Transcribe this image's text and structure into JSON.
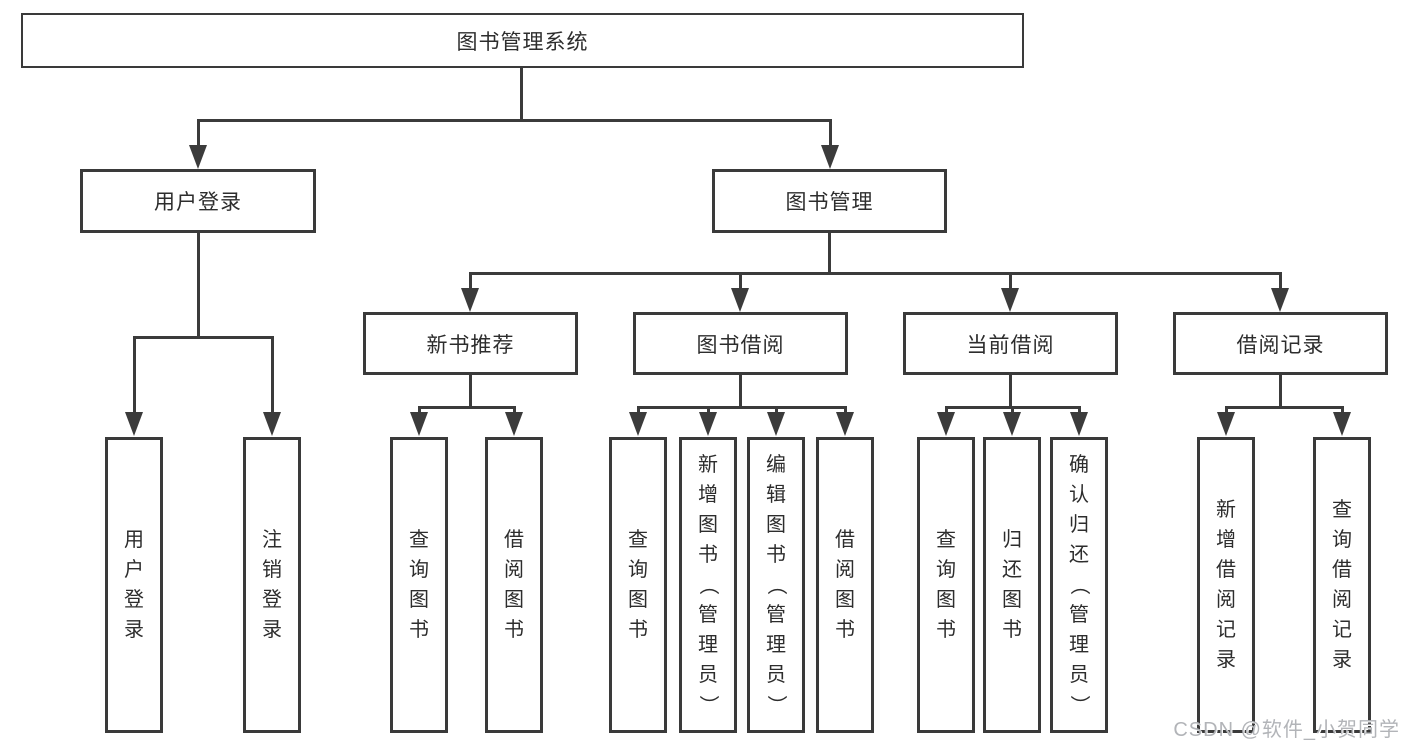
{
  "colors": {
    "background": "#ffffff",
    "line": "#3b3b3b",
    "box_border": "#3a3a3a",
    "text": "#2d2d2d",
    "watermark": "#b2b4b8"
  },
  "tree": {
    "root": {
      "label": "图书管理系统",
      "children": [
        {
          "label": "用户登录",
          "children": [
            {
              "label": "用户登录"
            },
            {
              "label": "注销登录"
            }
          ]
        },
        {
          "label": "图书管理",
          "children": [
            {
              "label": "新书推荐",
              "children": [
                {
                  "label": "查询图书"
                },
                {
                  "label": "借阅图书"
                }
              ]
            },
            {
              "label": "图书借阅",
              "children": [
                {
                  "label": "查询图书"
                },
                {
                  "label": "新增图书（管理员）"
                },
                {
                  "label": "编辑图书（管理员）"
                },
                {
                  "label": "借阅图书"
                }
              ]
            },
            {
              "label": "当前借阅",
              "children": [
                {
                  "label": "查询图书"
                },
                {
                  "label": "归还图书"
                },
                {
                  "label": "确认归还（管理员）"
                }
              ]
            },
            {
              "label": "借阅记录",
              "children": [
                {
                  "label": "新增借阅记录"
                },
                {
                  "label": "查询借阅记录"
                }
              ]
            }
          ]
        }
      ]
    }
  },
  "watermark": {
    "text": "CSDN @软件_小贺同学"
  }
}
